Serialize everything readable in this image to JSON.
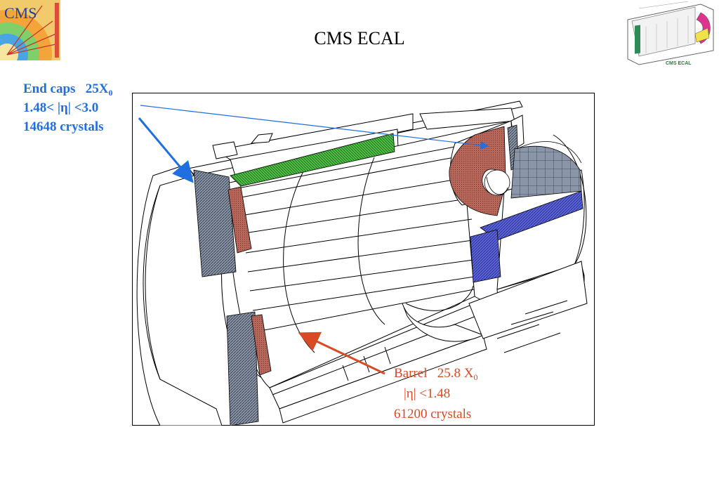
{
  "header": {
    "logo_text": "CMS",
    "title": "CMS ECAL",
    "thumbnail_label": "CMS ECAL"
  },
  "endcap": {
    "heading": "End caps",
    "radiation_length": "25X",
    "radiation_length_sub": "0",
    "eta_range": "1.48< |η| <3.0",
    "crystal_count": "14648 crystals"
  },
  "barrel": {
    "heading": "Barrel",
    "radiation_length": "25.8 X",
    "radiation_length_sub": "0",
    "eta_range": "|η| <1.48",
    "crystal_count": "61200 crystals"
  },
  "colors": {
    "endcap_label": "#1f6fe0",
    "barrel_label": "#d84a24",
    "crystal_green": "#49c43a",
    "crystal_brown": "#b7675a",
    "crystal_blue": "#5a63d8",
    "module_gray": "#8a96a8"
  }
}
